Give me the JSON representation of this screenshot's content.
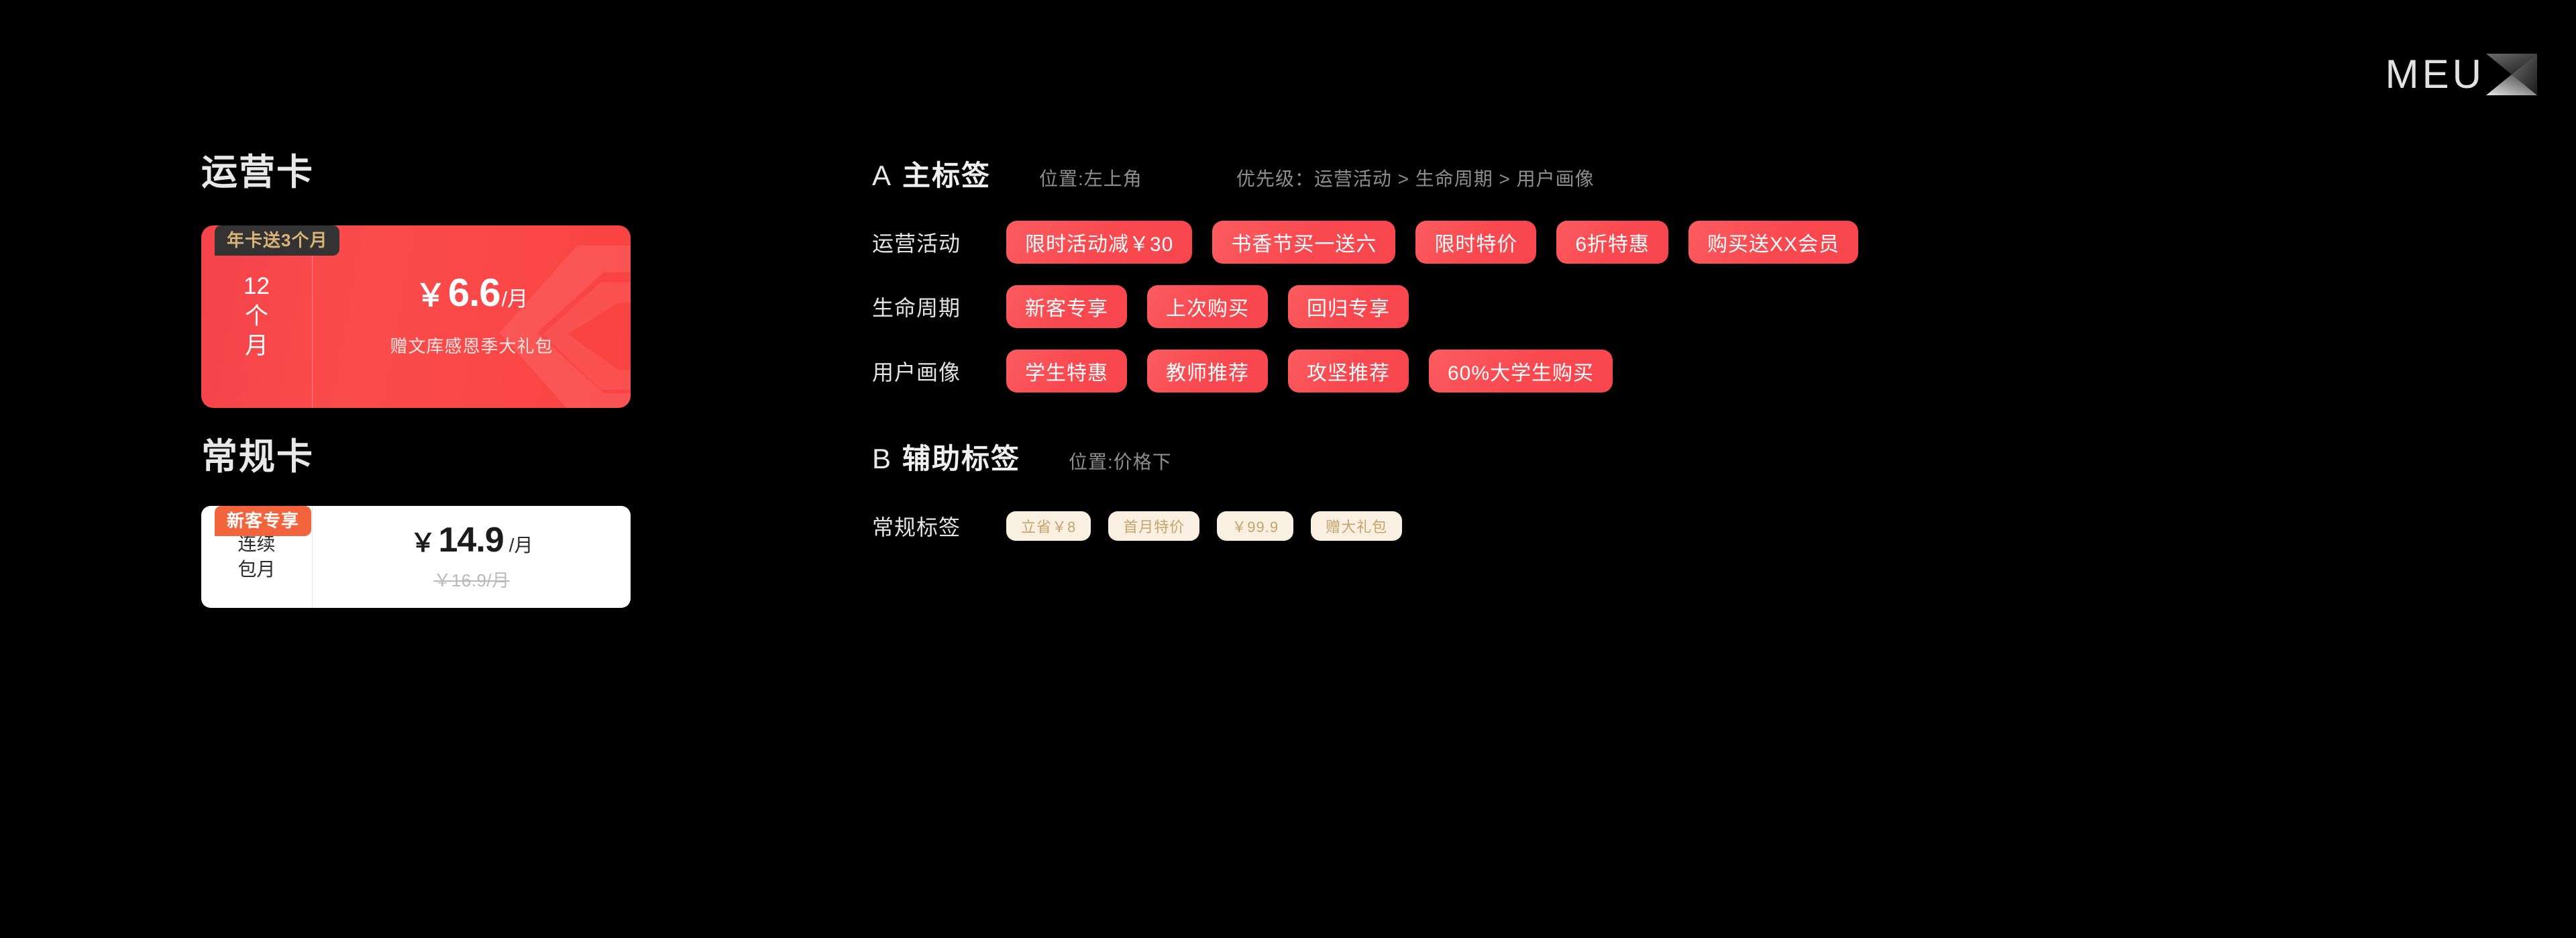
{
  "brand": {
    "name": "MEUX",
    "wordmark": "MEU",
    "x_letter": "X"
  },
  "left": {
    "promo_section": {
      "title": "运营卡",
      "ribbon": "年卡送3个月",
      "duration_lines": [
        "12",
        "个",
        "月"
      ],
      "price": {
        "currency": "￥",
        "amount": "6.6",
        "unit": "/月"
      },
      "subtitle": "赠文库感恩季大礼包"
    },
    "regular_section": {
      "title": "常规卡",
      "ribbon": "新客专享",
      "duration_lines": [
        "连续",
        "包月"
      ],
      "price": {
        "currency": "￥",
        "amount": "14.9",
        "unit": "/月"
      },
      "original_price": "￥16.9/月"
    }
  },
  "right": {
    "section_a": {
      "letter": "A",
      "title": "主标签",
      "position_note": "位置:左上角",
      "priority_note": "优先级：运营活动 > 生命周期 > 用户画像",
      "rows": [
        {
          "label": "运营活动",
          "tags": [
            "限时活动减￥30",
            "书香节买一送六",
            "限时特价",
            "6折特惠",
            "购买送XX会员"
          ]
        },
        {
          "label": "生命周期",
          "tags": [
            "新客专享",
            "上次购买",
            "回归专享"
          ]
        },
        {
          "label": "用户画像",
          "tags": [
            "学生特惠",
            "教师推荐",
            "攻坚推荐",
            "60%大学生购买"
          ]
        }
      ]
    },
    "section_b": {
      "letter": "B",
      "title": "辅助标签",
      "position_note": "位置:价格下",
      "rows": [
        {
          "label": "常规标签",
          "tags": [
            "立省￥8",
            "首月特价",
            "￥99.9",
            "赠大礼包"
          ]
        }
      ]
    }
  },
  "colors": {
    "background": "#000000",
    "primary_red": "#F8464D",
    "promo_card": "#FA4242",
    "ribbon_dark_bg": "#333333",
    "ribbon_gold_text": "#D8B277",
    "ribbon_orange_bg": "#F4643C",
    "soft_pill_bg": "#FAF0E2",
    "soft_pill_text": "#C6A369",
    "muted_text": "#8E8E8E"
  }
}
